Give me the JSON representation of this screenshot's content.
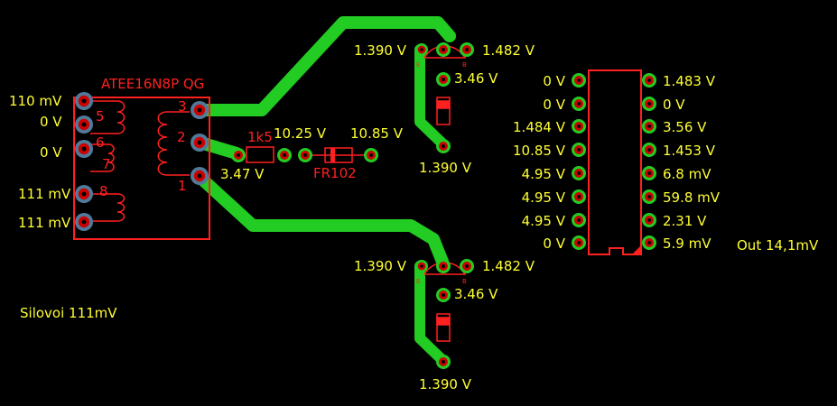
{
  "colors": {
    "background": "#000000",
    "trace": "#22cc22",
    "silkscreen": "#ff2020",
    "labels": "#ffff33",
    "pad_ring": "#22cc22",
    "pad_hole": "#cc0000"
  },
  "transformer": {
    "part_name": "ATEE16N8P QG",
    "pin_3": "3",
    "pin_2": "2",
    "pin_1": "1",
    "pin_5": "5",
    "pin_6": "6",
    "pin_7": "7",
    "pin_8": "8",
    "v_pin_top": "110 mV",
    "v_pin_5": "0 V",
    "v_pin_6": "0 V",
    "v_pin_8": "111 mV",
    "v_pin_bottom": "111 mV"
  },
  "resistor": {
    "label": "1k5",
    "v_left": "3.47 V",
    "v_right": "10.25 V"
  },
  "diode": {
    "label": "FR102",
    "v_out": "10.85 V"
  },
  "q_top": {
    "v_e": "1.390 V",
    "v_b": "1.482 V",
    "v_c": "3.46 V",
    "v_bottom": "1.390 V",
    "pin_e": "E",
    "pin_b": "B"
  },
  "q_bottom": {
    "v_e": "1.390 V",
    "v_b": "1.482 V",
    "v_c": "3.46 V",
    "v_bottom": "1.390 V",
    "pin_e": "E",
    "pin_b": "B"
  },
  "ic": {
    "left": [
      "0 V",
      "0 V",
      "1.484 V",
      "10.85 V",
      "4.95 V",
      "4.95 V",
      "4.95 V",
      "0 V"
    ],
    "right": [
      "1.483 V",
      "0 V",
      "3.56 V",
      "1.453 V",
      "6.8 mV",
      "59.8 mV",
      "2.31 V",
      "5.9 mV"
    ]
  },
  "notes": {
    "out": "Out 14,1mV",
    "silovoi": "Silovoi 111mV"
  }
}
